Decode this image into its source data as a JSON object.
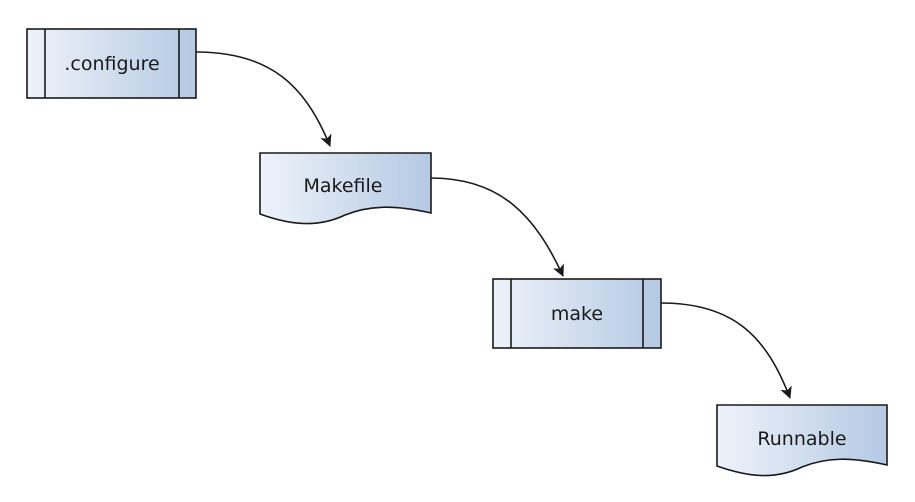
{
  "diagram": {
    "type": "flowchart",
    "nodes": [
      {
        "id": "configure",
        "shape": "predefined-process",
        "label": ".configure"
      },
      {
        "id": "makefile",
        "shape": "document",
        "label": "Makefile"
      },
      {
        "id": "make",
        "shape": "predefined-process",
        "label": "make"
      },
      {
        "id": "runnable",
        "shape": "document",
        "label": "Runnable"
      }
    ],
    "edges": [
      {
        "from": "configure",
        "to": "makefile"
      },
      {
        "from": "makefile",
        "to": "make"
      },
      {
        "from": "make",
        "to": "runnable"
      }
    ],
    "colors": {
      "fill_light": "#eef3fa",
      "fill_dark": "#b4c9e3",
      "stroke": "#1a1a1a"
    }
  }
}
